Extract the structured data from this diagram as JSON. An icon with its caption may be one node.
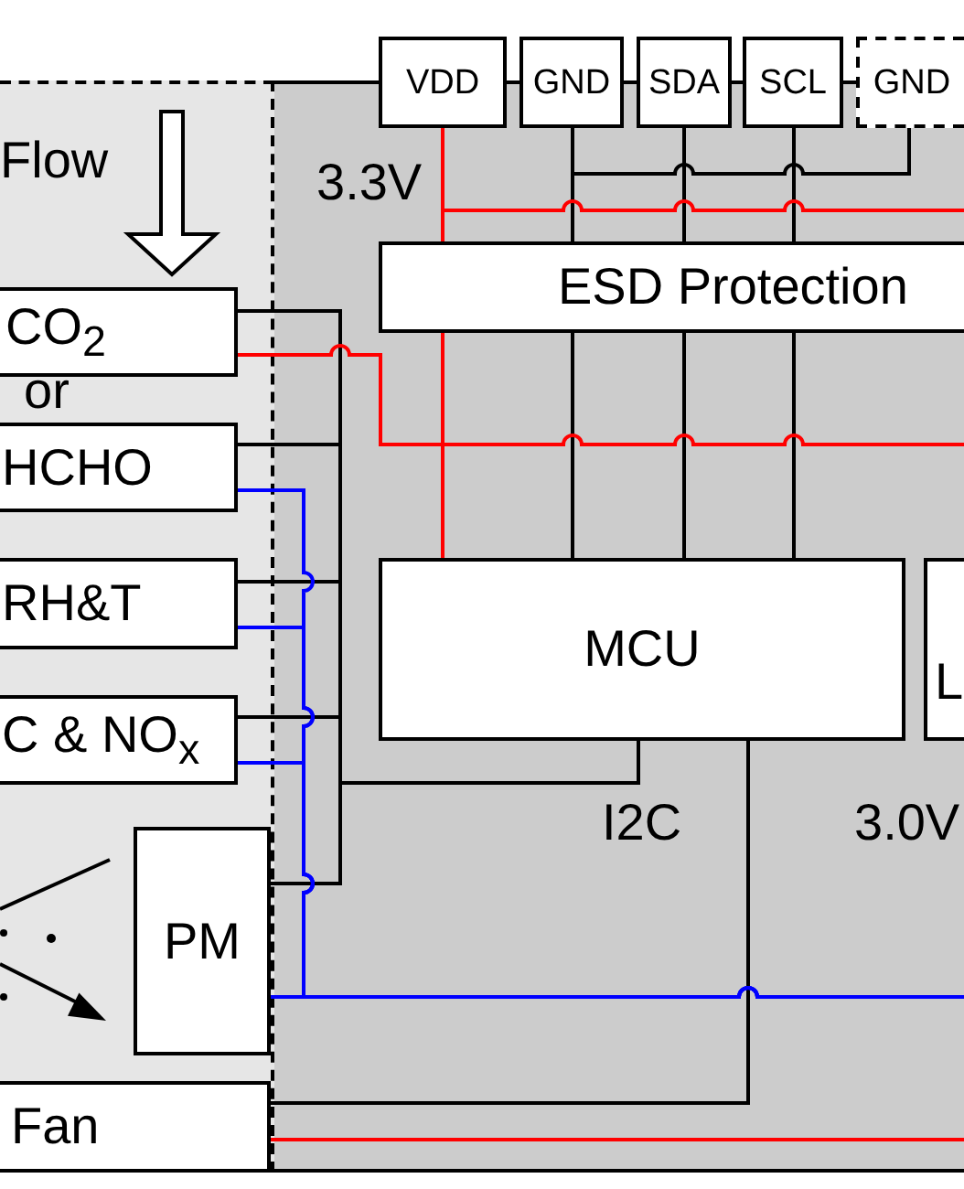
{
  "diagram": {
    "nodes": [
      {
        "text": [],
        "shape": "box"
      },
      {
        "text": [],
        "shape": "box"
      },
      {
        "text": [
          "VDD"
        ]
      },
      {
        "text": [
          "GND"
        ]
      },
      {
        "text": [
          "SDA"
        ]
      },
      {
        "text": [
          "SCL"
        ]
      },
      {
        "text": [
          "GND"
        ]
      },
      {
        "text": [
          "ESD Protection"
        ],
        "in": 1
      },
      {
        "text": [
          "CO$_{2}$"
        ],
        "in": 0
      },
      {
        "text": [
          "HCHO"
        ],
        "in": 0
      },
      {
        "text": [
          "RH&T"
        ],
        "in": 0
      },
      {
        "text": [
          "C & NO$_{x}$"
        ],
        "in": 0
      },
      {
        "text": [
          "MCU"
        ],
        "in": 1
      },
      {
        "text": [
          "L"
        ],
        "in": 1
      },
      {
        "text": [
          "PM"
        ],
        "in": 0
      },
      {
        "text": [
          "Fan"
        ],
        "in": 0
      }
    ],
    "edges": [
      {
        "from": 2,
        "to": 7,
        "arrow": "none",
        "color": "#ff0000"
      },
      {
        "from": 2,
        "to": 1,
        "arrow": "none",
        "color": "#ff0000"
      },
      {
        "from": 3,
        "to": 7,
        "arrow": "none"
      },
      {
        "from": 4,
        "to": 7,
        "arrow": "none"
      },
      {
        "from": 5,
        "to": 7,
        "arrow": "none"
      },
      {
        "from": 6,
        "to": 3,
        "arrow": "none"
      },
      {
        "from": 7,
        "to": 12,
        "arrow": "none",
        "color": "#ff0000"
      },
      {
        "from": 7,
        "to": 12,
        "arrow": "none"
      },
      {
        "from": 7,
        "to": 12,
        "arrow": "none"
      },
      {
        "from": 7,
        "to": 12,
        "arrow": "none"
      },
      {
        "from": 8,
        "to": 1,
        "arrow": "none",
        "color": "#ff0000"
      },
      {
        "from": 8,
        "to": 12,
        "arrow": "none"
      },
      {
        "from": 9,
        "to": 12,
        "arrow": "none"
      },
      {
        "from": 9,
        "to": 1,
        "arrow": "none",
        "color": "#0000ff"
      },
      {
        "from": 10,
        "to": 12,
        "arrow": "none"
      },
      {
        "from": 10,
        "to": 1,
        "arrow": "none",
        "color": "#0000ff"
      },
      {
        "from": 11,
        "to": 12,
        "arrow": "none"
      },
      {
        "from": 11,
        "to": 1,
        "arrow": "none",
        "color": "#0000ff"
      },
      {
        "from": 14,
        "to": 12,
        "arrow": "none"
      },
      {
        "from": 14,
        "to": 1,
        "arrow": "none",
        "color": "#0000ff"
      },
      {
        "from": 15,
        "to": 12,
        "arrow": "none"
      },
      {
        "from": 15,
        "to": 1,
        "arrow": "none",
        "color": "#ff0000"
      }
    ],
    "labels": [
      "Flow",
      "3.3V",
      "or",
      "I2C",
      "3.0V"
    ]
  }
}
